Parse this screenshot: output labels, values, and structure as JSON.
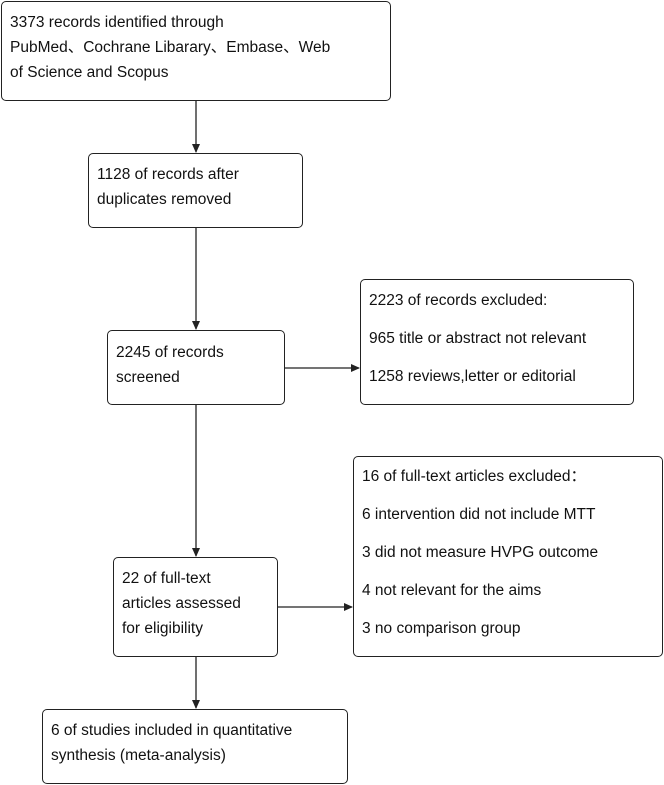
{
  "flowchart": {
    "identified": {
      "lines": [
        "3373 records identified through",
        "PubMed、Cochrane Libarary、Embase、Web",
        "of Science and Scopus"
      ]
    },
    "after_duplicates": {
      "lines": [
        "1128 of records after",
        "duplicates removed"
      ]
    },
    "screened": {
      "lines": [
        "2245 of records",
        "screened"
      ]
    },
    "records_excluded": {
      "lines": [
        "2223 of records excluded:",
        "965 title or abstract not relevant",
        "1258 reviews,letter or editorial"
      ]
    },
    "full_text_assessed": {
      "lines": [
        "22 of full-text",
        "articles assessed",
        "for eligibility"
      ]
    },
    "full_text_excluded": {
      "lines": [
        "16 of full-text articles excluded：",
        "6 intervention did not include MTT",
        "3 did not measure HVPG outcome",
        "4 not relevant for the aims",
        "3 no comparison group"
      ]
    },
    "included": {
      "lines": [
        "6 of studies included in quantitative",
        "synthesis (meta-analysis)"
      ]
    }
  },
  "colors": {
    "stroke": "#222222",
    "background": "#ffffff"
  }
}
